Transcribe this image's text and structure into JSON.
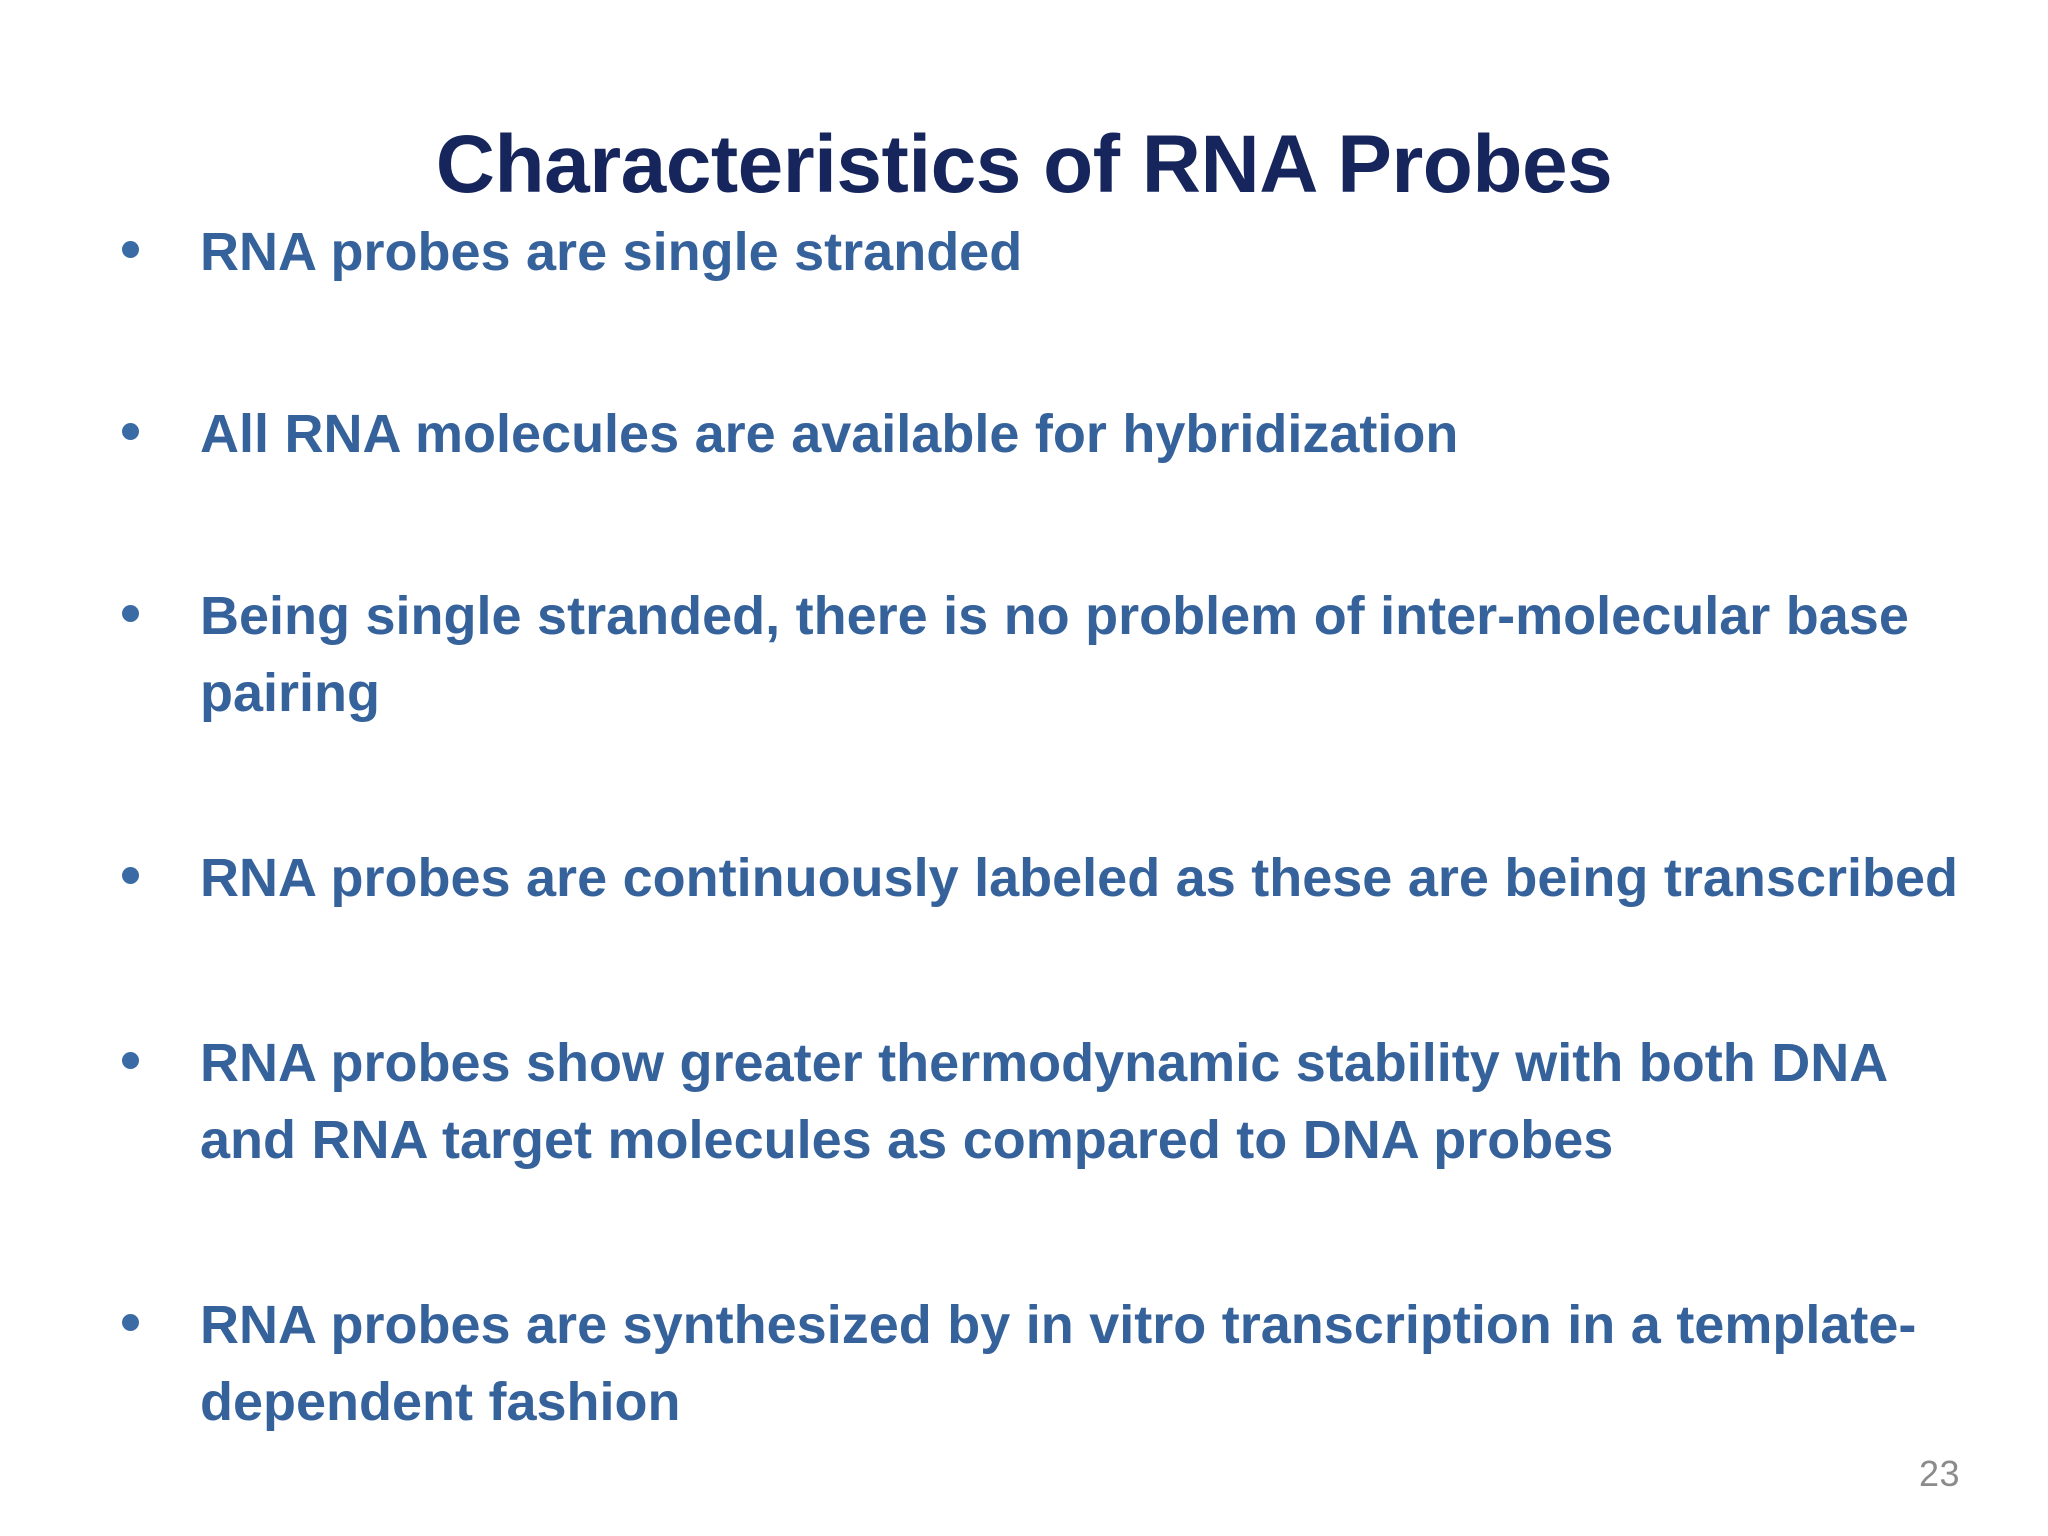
{
  "slide": {
    "background_color": "#ffffff",
    "title": "Characteristics of RNA Probes",
    "title_color": "#16265c",
    "body_color": "#36629c",
    "bullet_marker_color": "#3b6ba5",
    "page_number": "23",
    "page_number_color": "#8b8b8b",
    "bullet_glyph": "bullet-dot"
  },
  "bullets": [
    {
      "id": "bullet-1",
      "text": "RNA probes are single stranded",
      "align": "left",
      "lines": 1
    },
    {
      "id": "bullet-2",
      "text": "All RNA molecules are available for hybridization",
      "align": "left",
      "lines": 1
    },
    {
      "id": "bullet-3",
      "text": "Being single stranded, there is no problem of inter-molecular base pairing",
      "align": "left",
      "lines": 2
    },
    {
      "id": "bullet-4",
      "text": "RNA probes are continuously labeled as these are being transcribed",
      "align": "justify",
      "lines": 2
    },
    {
      "id": "bullet-5",
      "text": "RNA probes show greater thermodynamic stability with both DNA and RNA target molecules as compared to DNA probes",
      "align": "left",
      "lines": 2
    },
    {
      "id": "bullet-6",
      "text": "RNA probes are synthesized by in vitro transcription in a template-dependent fashion",
      "align": "left",
      "lines": 2
    }
  ]
}
